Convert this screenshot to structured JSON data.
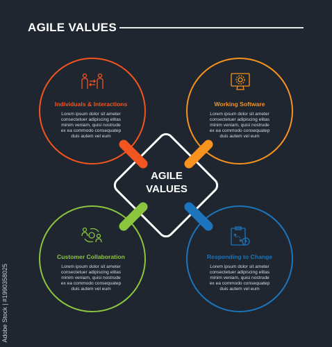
{
  "title": "AGILE VALUES",
  "center": {
    "line1": "AGILE",
    "line2": "VALUES"
  },
  "values": [
    {
      "heading": "Individuals & Interactions",
      "color": "#f2551f",
      "body": [
        "Lorem ipsum dolor sit ameter",
        "consectetuer adipiscing elitas",
        "minim veniam, quisi nostrude",
        "ex ea commodo consequatep",
        "duis autem vel eum"
      ],
      "icon": "people-exchange-icon"
    },
    {
      "heading": "Working Software",
      "color": "#f7931e",
      "body": [
        "Lorem ipsum dolor sit ameter",
        "consectetuer adipiscing elitas",
        "minim veniam, quisi nostrude",
        "ex ea commodo consequatep",
        "duis autem vel eum"
      ],
      "icon": "monitor-gear-icon"
    },
    {
      "heading": "Customer Collaboration",
      "color": "#8cc63f",
      "body": [
        "Lorem ipsum dolor sit ameter",
        "consectetuer adipiscing elitas",
        "minim veniam, quisi nostrude",
        "ex ea commodo consequatep",
        "duis autem vel eum"
      ],
      "icon": "collaboration-money-icon"
    },
    {
      "heading": "Responding to Change",
      "color": "#1c75bc",
      "body": [
        "Lorem ipsum dolor sit ameter",
        "consectetuer adipiscing elitas",
        "minim veniam, quisi nostrude",
        "ex ea commodo consequatep",
        "duis autem vel eum"
      ],
      "icon": "clipboard-plan-icon"
    }
  ],
  "watermark": "Adobe Stock | #1990358025"
}
